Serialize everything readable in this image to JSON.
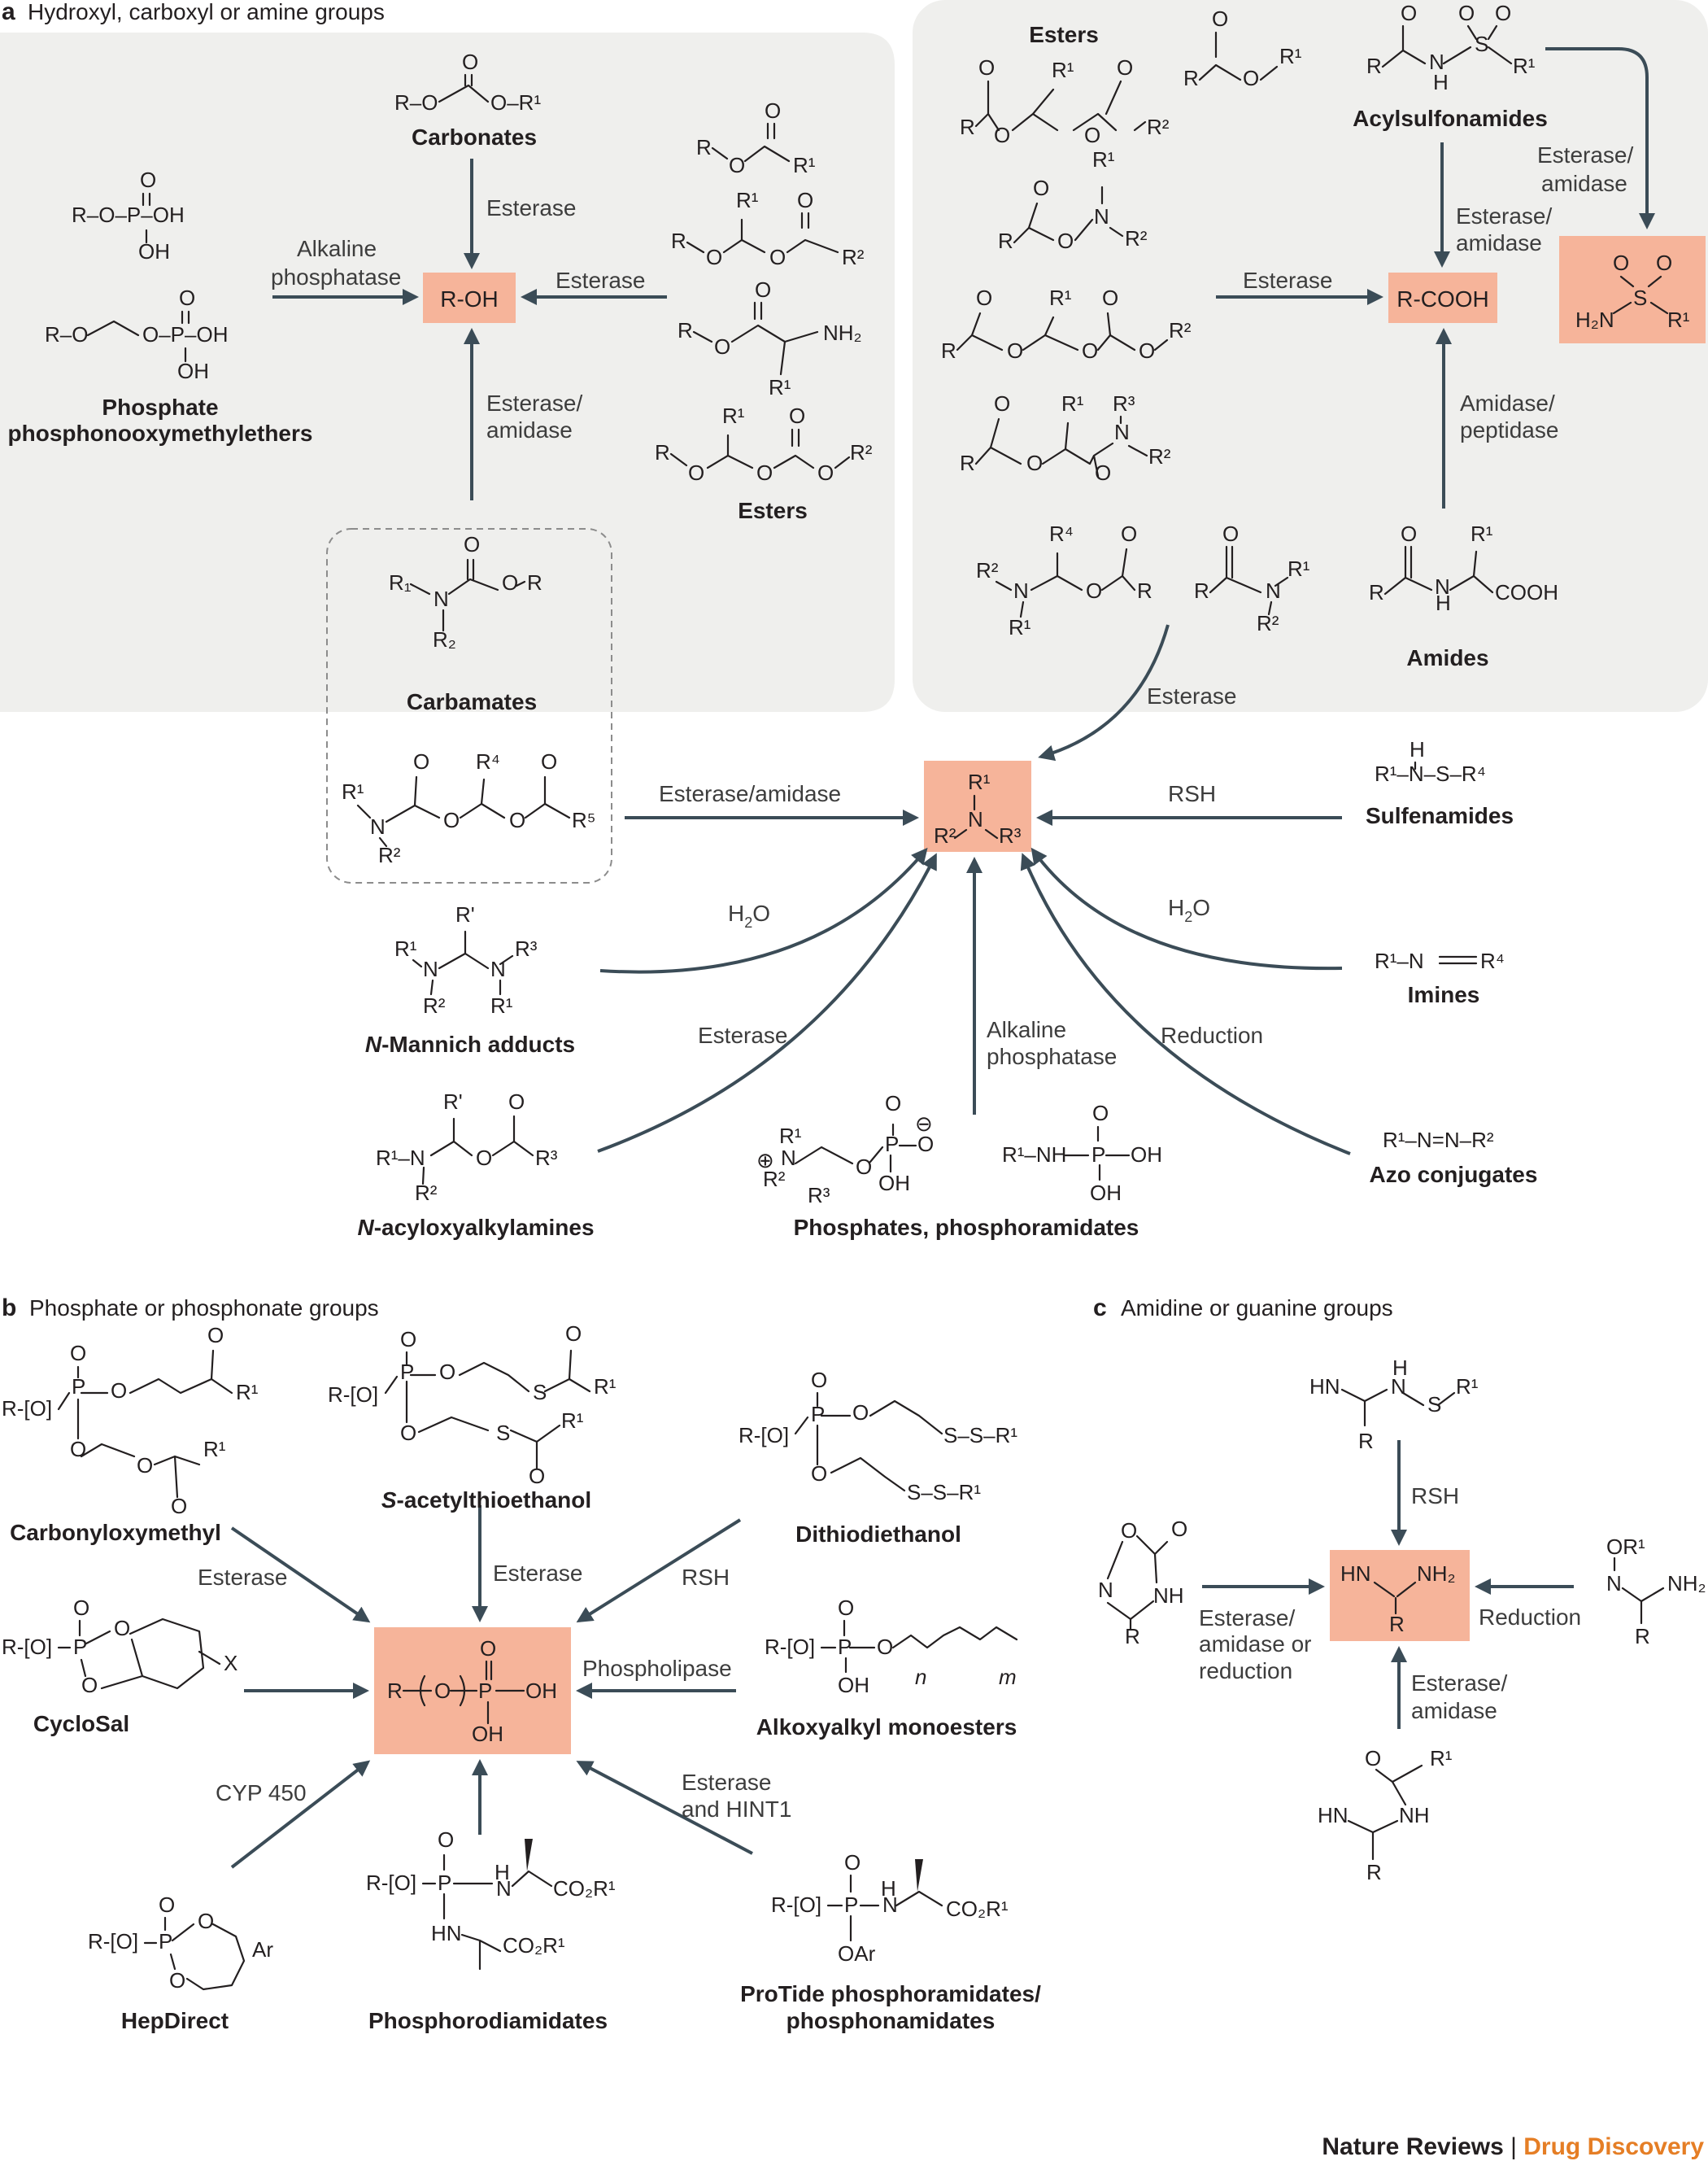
{
  "panels": {
    "a": {
      "letter": "a",
      "title": "Hydroxyl, carboxyl or amine groups"
    },
    "b": {
      "letter": "b",
      "title": "Phosphate or phosphonate groups"
    },
    "c": {
      "letter": "c",
      "title": "Amidine or guanine groups"
    }
  },
  "products": {
    "roh": "R-OH",
    "rcooh": "R-COOH",
    "sulfonamide": {
      "h2n": "H₂N",
      "s": "S",
      "r1": "R¹",
      "o": "O"
    },
    "amine": {
      "r1": "R¹",
      "n": "N",
      "r2": "R²",
      "r3": "R³"
    },
    "phosphonate": {
      "r": "R",
      "o": "O",
      "p": "P",
      "oh1": "OH",
      "oh2": "OH"
    },
    "amidine": {
      "hn": "HN",
      "nh2": "NH₂",
      "r": "R"
    }
  },
  "captions": {
    "carbonates": "Carbonates",
    "phosphate": "Phosphate",
    "phosphonooxymethylethers": "phosphonooxymethylethers",
    "esters_left": "Esters",
    "esters_right": "Esters",
    "carbamates": "Carbamates",
    "acylsulfonamides": "Acylsulfonamides",
    "amides": "Amides",
    "sulfenamides": "Sulfenamides",
    "imines": "Imines",
    "mannich_italic": "N",
    "mannich_rest": "-Mannich adducts",
    "acyloxy_italic": "N",
    "acyloxy_rest": "-acyloxyalkylamines",
    "phosphates_phosphoramidates": "Phosphates, phosphoramidates",
    "azo_conjugates": "Azo conjugates",
    "carbonyloxymethyl": "Carbonyloxymethyl",
    "sate_italic": "S",
    "sate_rest": "-acetylthioethanol",
    "dithiodiethanol": "Dithiodiethanol",
    "cyclosal": "CycloSal",
    "alkoxyalkyl": "Alkoxyalkyl monoesters",
    "hepdirect": "HepDirect",
    "phosphorodiamidates": "Phosphorodiamidates",
    "protide_1": "ProTide phosphoramidates/",
    "protide_2": "phosphonamidates"
  },
  "arrow_labels": {
    "esterase_carbonates": "Esterase",
    "alkaline_1": "Alkaline",
    "alkaline_2": "phosphatase",
    "esterase_esters_left": "Esterase",
    "esterase_amidase_carb_1": "Esterase/",
    "esterase_amidase_carb_2": "amidase",
    "esterase_right": "Esterase",
    "esterase_amidase_acyl_1": "Esterase/",
    "esterase_amidase_acyl_2": "amidase",
    "esterase_amidase_curve_1": "Esterase/",
    "esterase_amidase_curve_2": "amidase",
    "amidase_peptidase_1": "Amidase/",
    "amidase_peptidase_2": "peptidase",
    "esterase_curve": "Esterase",
    "esterase_amidase_carbamate": "Esterase/amidase",
    "rsh_sulfen": "RSH",
    "h2o_left_h": "H",
    "h2o_left_sub": "2",
    "h2o_left_o": "O",
    "h2o_right_h": "H",
    "h2o_right_sub": "2",
    "h2o_right_o": "O",
    "esterase_acyloxy": "Esterase",
    "alkaline_phos_1": "Alkaline",
    "alkaline_phos_2": "phosphatase",
    "reduction_azo": "Reduction",
    "esterase_b": "Esterase",
    "esterase_b_top": "Esterase",
    "rsh_b": "RSH",
    "phospholipase": "Phospholipase",
    "cyp450": "CYP 450",
    "esterase_hint_1": "Esterase",
    "esterase_hint_2": "and HINT1",
    "rsh_c": "RSH",
    "reduction_c": "Reduction",
    "esterase_amidase_c_1": "Esterase/",
    "esterase_amidase_c_2": "amidase",
    "ear_1": "Esterase/",
    "ear_2": "amidase or",
    "ear_3": "reduction"
  },
  "footer": {
    "journal": "Nature Reviews",
    "separator": " | ",
    "subject": "Drug Discovery",
    "subject_color": "#e57e25"
  },
  "colors": {
    "product_fill": "#f6b49a",
    "shade_fill": "#efefed",
    "arrow": "#3b4c57"
  }
}
